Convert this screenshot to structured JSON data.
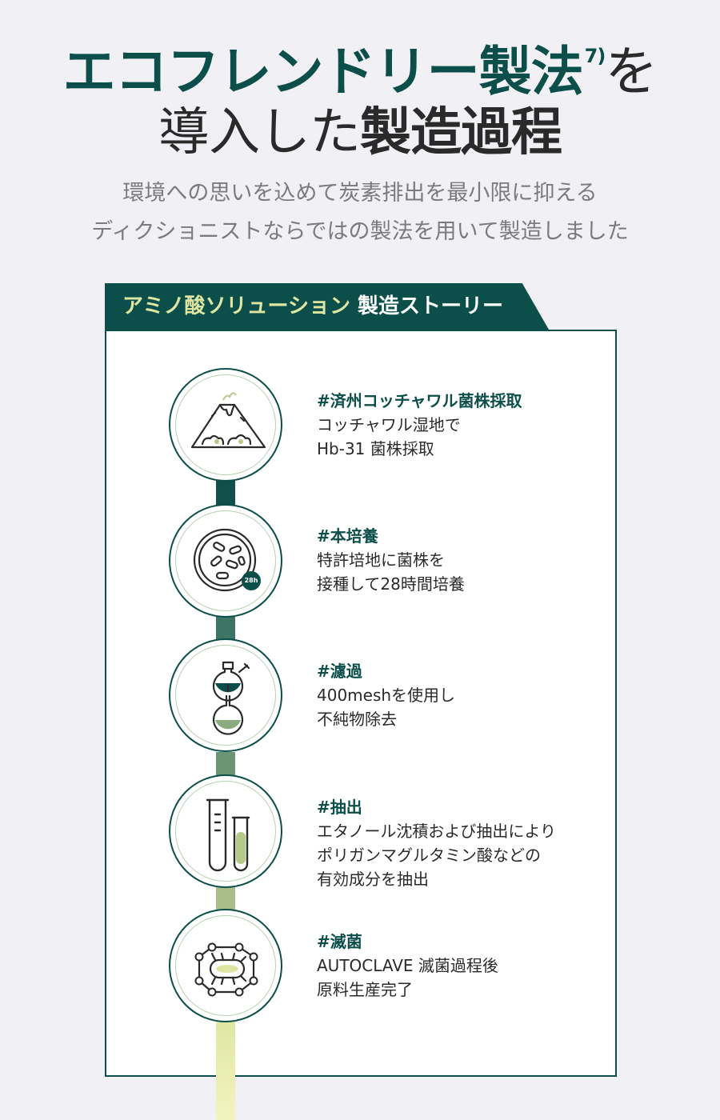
{
  "hero": {
    "line1_accent": "エコフレンドリー製法",
    "line1_sup": "7)",
    "line1_rest": "を",
    "line2_normal": "導入した",
    "line2_bold": "製造過程"
  },
  "subtitle": {
    "line1": "環境への思いを込めて炭素排出を最小限に抑える",
    "line2": "ディクショニストならではの製法を用いて製造しました"
  },
  "banner": {
    "highlight": "アミノ酸ソリューション",
    "rest": " 製造ストーリー"
  },
  "steps": [
    {
      "icon": "volcano-icon",
      "title": "#済州コッチャワル菌株採取",
      "lines": [
        "コッチャワル湿地で",
        "Hb-31 菌株採取"
      ]
    },
    {
      "icon": "petri-dish-icon",
      "badge": "28h",
      "title": "#本培養",
      "lines": [
        "特許培地に菌株を",
        "接種して28時間培養"
      ]
    },
    {
      "icon": "filter-flask-icon",
      "title": "#濾過",
      "lines": [
        "400meshを使用し",
        "不純物除去"
      ]
    },
    {
      "icon": "test-tubes-icon",
      "title": "#抽出",
      "lines": [
        "エタノール沈積および抽出により",
        "ポリガンマグルタミン酸などの",
        "有効成分を抽出"
      ]
    },
    {
      "icon": "bacteria-network-icon",
      "title": "#滅菌",
      "lines": [
        "AUTOCLAVE 滅菌過程後",
        "原料生産完了"
      ]
    }
  ],
  "colors": {
    "brand": "#0c4f4a",
    "gradient": [
      "#114f4a",
      "#2f6d5f",
      "#5e8a6e",
      "#8aab7f",
      "#bccb91",
      "#eef2b0"
    ]
  }
}
